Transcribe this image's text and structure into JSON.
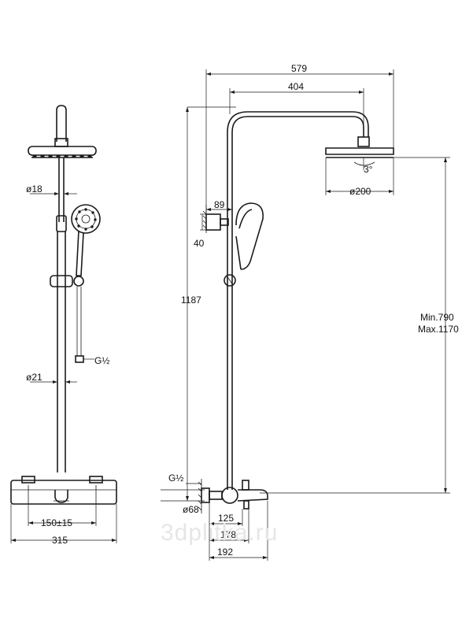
{
  "labels": {
    "width_total": "579",
    "arm_reach": "404",
    "wall_mount_depth": "89",
    "wall_mount_height": "40",
    "height_total": "1187",
    "head_angle": "3°",
    "head_diameter": "ø200",
    "height_range_min": "Min.790",
    "height_range_max": "Max.1170",
    "thread_right": "G½",
    "outlet_diameter": "ø68",
    "depth_125": "125",
    "depth_178": "178",
    "depth_192": "192",
    "front_pipe_top": "ø18",
    "front_hose_thread": "G½",
    "front_pipe_bottom": "ø21",
    "centers": "150±15",
    "mixer_width": "315"
  },
  "watermark": "3dplitka.ru",
  "colors": {
    "line": "#1a1a1a",
    "background": "#ffffff",
    "watermark": "#e6e6e6"
  }
}
